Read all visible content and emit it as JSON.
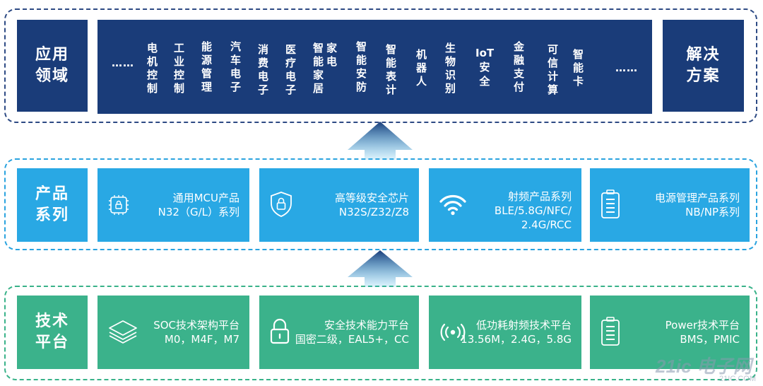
{
  "application": {
    "label_line1": "应用",
    "label_line2": "领域",
    "left_ellipsis": "……",
    "right_ellipsis": "……",
    "items": [
      {
        "chars": [
          "电",
          "机",
          "控",
          "制"
        ]
      },
      {
        "chars": [
          "工",
          "业",
          "控",
          "制"
        ]
      },
      {
        "chars": [
          "能",
          "源",
          "管",
          "理"
        ]
      },
      {
        "chars": [
          "汽",
          "车",
          "电",
          "子"
        ]
      },
      {
        "chars": [
          "消",
          "费",
          "电",
          "子"
        ]
      },
      {
        "chars": [
          "医",
          "疗",
          "电",
          "子"
        ]
      },
      {
        "col_a": [
          "智",
          "能",
          "家",
          "居"
        ],
        "col_b": [
          "家",
          "电"
        ]
      },
      {
        "chars": [
          "智",
          "能",
          "安",
          "防"
        ]
      },
      {
        "chars": [
          "智",
          "能",
          "表",
          "计"
        ]
      },
      {
        "chars": [
          "机",
          "器",
          "人"
        ]
      },
      {
        "chars": [
          "生",
          "物",
          "识",
          "别"
        ]
      },
      {
        "line1": "IoT",
        "line2": "安",
        "line3": "全"
      },
      {
        "chars": [
          "金",
          "融",
          "支",
          "付"
        ]
      },
      {
        "chars": [
          "可",
          "信",
          "计",
          "算"
        ]
      },
      {
        "chars": [
          "智",
          "能",
          "卡"
        ]
      }
    ],
    "solution_line1": "解决",
    "solution_line2": "方案"
  },
  "products": {
    "label_line1": "产品",
    "label_line2": "系列",
    "cards": [
      {
        "icon": "chip-lock-icon",
        "line1": "通用MCU产品",
        "line2": "N32（G/L）系列"
      },
      {
        "icon": "shield-lock-icon",
        "line1": "高等级安全芯片",
        "line2": "N32S/Z32/Z8"
      },
      {
        "icon": "wifi-icon",
        "line1": "射频产品系列",
        "line2": "BLE/5.8G/NFC/",
        "line3": "2.4G/RCC"
      },
      {
        "icon": "battery-icon",
        "line1": "电源管理产品系列",
        "line2": "NB/NP系列"
      }
    ]
  },
  "technology": {
    "label_line1": "技术",
    "label_line2": "平台",
    "cards": [
      {
        "icon": "layers-icon",
        "line1": "SOC技术架构平台",
        "line2": "M0，M4F，M7"
      },
      {
        "icon": "lock-icon",
        "line1": "安全技术能力平台",
        "line2": "国密二级，EAL5+，CC"
      },
      {
        "icon": "radio-signal-icon",
        "line1": "低功耗射频技术平台",
        "line2": "13.56M，2.4G，5.8G"
      },
      {
        "icon": "battery-icon",
        "line1": "Power技术平台",
        "line2": "BMS，PMIC"
      }
    ]
  },
  "watermark": {
    "text": "21ic 电子网",
    "sub": "21IC.COM"
  },
  "colors": {
    "dark_navy": "#1a3c79",
    "blue": "#29a8e4",
    "green": "#3bb28b"
  }
}
